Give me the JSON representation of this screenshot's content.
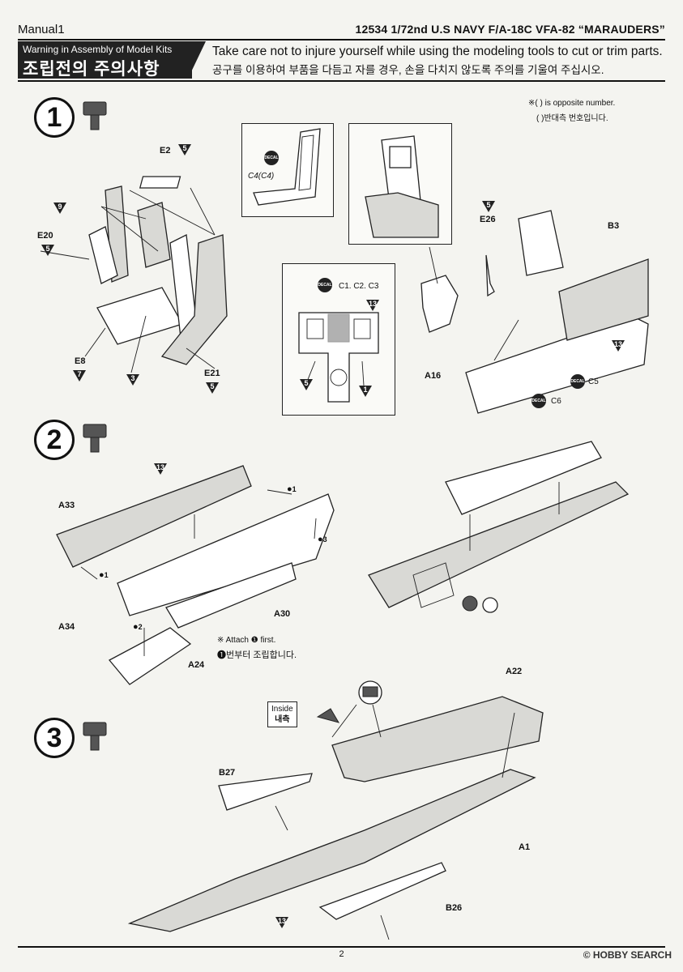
{
  "header": {
    "left": "Manual1",
    "right": "12534 1/72nd U.S NAVY F/A-18C VFA-82 “MARAUDERS”"
  },
  "warning": {
    "title_en": "Warning in Assembly of Model Kits",
    "title_ko": "조립전의 주의사항",
    "text_en": "Take care not to injure yourself while using the modeling tools to cut or trim parts.",
    "text_ko": "공구를 이용하여 부품을 다듬고 자를 경우, 손을 다치지 않도록 주의를 기울여 주십시오."
  },
  "steps": [
    {
      "number": "1",
      "note_en": "※( ) is opposite number.",
      "note_ko": "( )반대측 번호입니다.",
      "labels": {
        "e2": "E2",
        "e20": "E20",
        "e8": "E8",
        "e21": "E21",
        "e26": "E26",
        "b3": "B3",
        "a16": "A16",
        "c4": "C4(C4)",
        "c123": "C1. C2. C3",
        "c5": "C5",
        "c6": "C6"
      },
      "colors": {
        "c5": "5",
        "c9": "9",
        "c7": "7",
        "c3": "3",
        "c13": "13",
        "c1": "1"
      },
      "decal": "DECAL"
    },
    {
      "number": "2",
      "labels": {
        "a33": "A33",
        "a34": "A34",
        "a30": "A30",
        "a24": "A24"
      },
      "callouts": {
        "n1": "1",
        "n2": "2",
        "n3": "3",
        "c13": "13"
      },
      "note_en": "※ Attach  ❶  first.",
      "note_ko": "❶번부터 조립합니다."
    },
    {
      "number": "3",
      "labels": {
        "a22": "A22",
        "b27": "B27",
        "a1": "A1",
        "b26": "B26"
      },
      "inside_en": "Inside",
      "inside_ko": "내측",
      "callouts": {
        "c13": "13"
      }
    }
  ],
  "footer": {
    "page": "2",
    "watermark": "© HOBBY SEARCH"
  }
}
